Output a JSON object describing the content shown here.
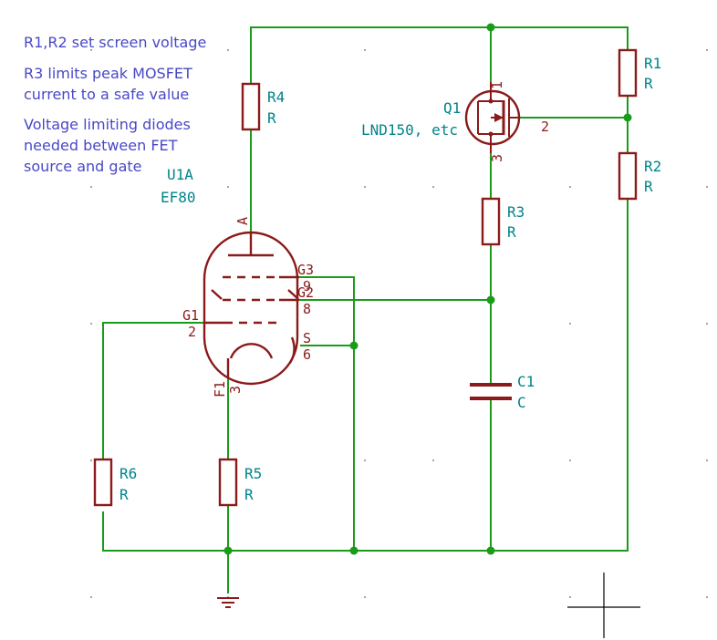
{
  "notes": [
    "R1,R2 set screen voltage",
    "R3 limits peak MOSFET",
    "current to a safe value",
    "Voltage limiting diodes",
    "needed between FET",
    "source and gate"
  ],
  "components": {
    "r1": {
      "ref": "R1",
      "value": "R"
    },
    "r2": {
      "ref": "R2",
      "value": "R"
    },
    "r3": {
      "ref": "R3",
      "value": "R"
    },
    "r4": {
      "ref": "R4",
      "value": "R"
    },
    "r5": {
      "ref": "R5",
      "value": "R"
    },
    "r6": {
      "ref": "R6",
      "value": "R"
    },
    "c1": {
      "ref": "C1",
      "value": "C"
    },
    "q1": {
      "ref": "Q1",
      "value": "LND150, etc",
      "pin1": "1",
      "pin2": "2",
      "pin3": "3"
    },
    "u1": {
      "ref": "U1A",
      "value": "EF80"
    }
  },
  "tube_pins": {
    "anode": "A",
    "g3_name": "G3",
    "g3_num": "9",
    "g2_name": "G2",
    "g2_num": "8",
    "g1_name": "G1",
    "g1_num": "2",
    "s_name": "S",
    "s_num": "6",
    "f1_name": "F1",
    "f1_num": "3"
  },
  "colors": {
    "wire": "#1a9c1a",
    "component": "#8b1a1a",
    "reference": "#00848a",
    "note": "#4848c8"
  }
}
